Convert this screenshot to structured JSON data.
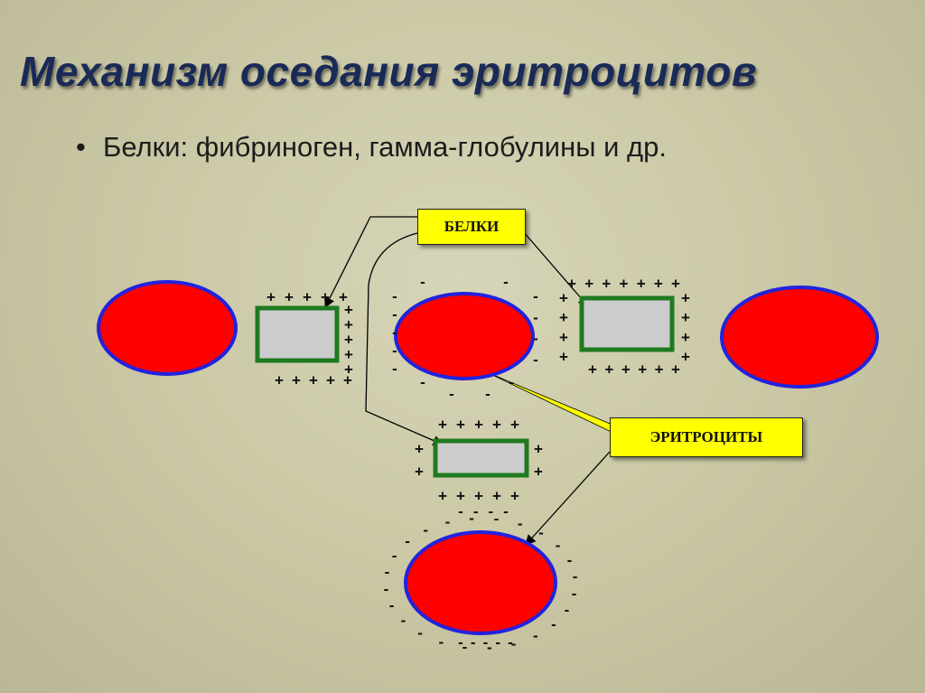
{
  "title": "Механизм оседания эритроцитов",
  "bullet": {
    "symbol": "•",
    "text": "Белки: фибриноген, гамма-глобулины и др."
  },
  "labels": {
    "proteins": "БЕЛКИ",
    "erythrocytes": "ЭРИТРОЦИТЫ"
  },
  "symbols": {
    "plus": "+",
    "minus": "-"
  },
  "colors": {
    "cell_fill": "#ff0000",
    "cell_border": "#2222dd",
    "protein_fill": "#cccccc",
    "protein_border": "#1f7a1f",
    "label_fill": "#ffff00",
    "title": "#1a2a57",
    "pointer_line": "#000000",
    "yellow_pointer": "#ffff00"
  }
}
